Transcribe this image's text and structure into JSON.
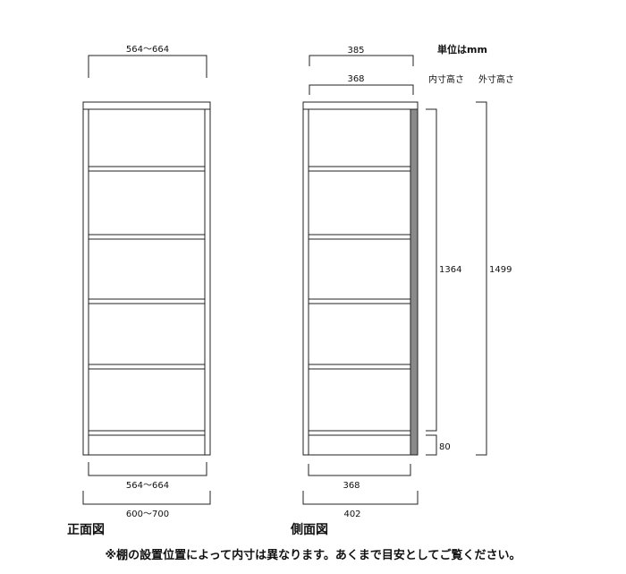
{
  "front": {
    "title": "正面図",
    "inner_width": "564～664",
    "outer_width": "600～700"
  },
  "side": {
    "title": "側面図",
    "top_depth": "385",
    "top_inner_depth": "368",
    "bottom_inner_depth": "368",
    "total_depth": "402",
    "inner_height": "1364",
    "outer_height": "1499",
    "base_height": "80"
  },
  "legend": {
    "unit": "単位はmm",
    "inner_height_label": "内寸高さ",
    "outer_height_label": "外寸高さ"
  },
  "footnote": "※棚の設置位置によって内寸は異なります。あくまで目安としてご覧ください。",
  "colors": {
    "line": "#222222",
    "back_panel": "#8a8a8a"
  }
}
